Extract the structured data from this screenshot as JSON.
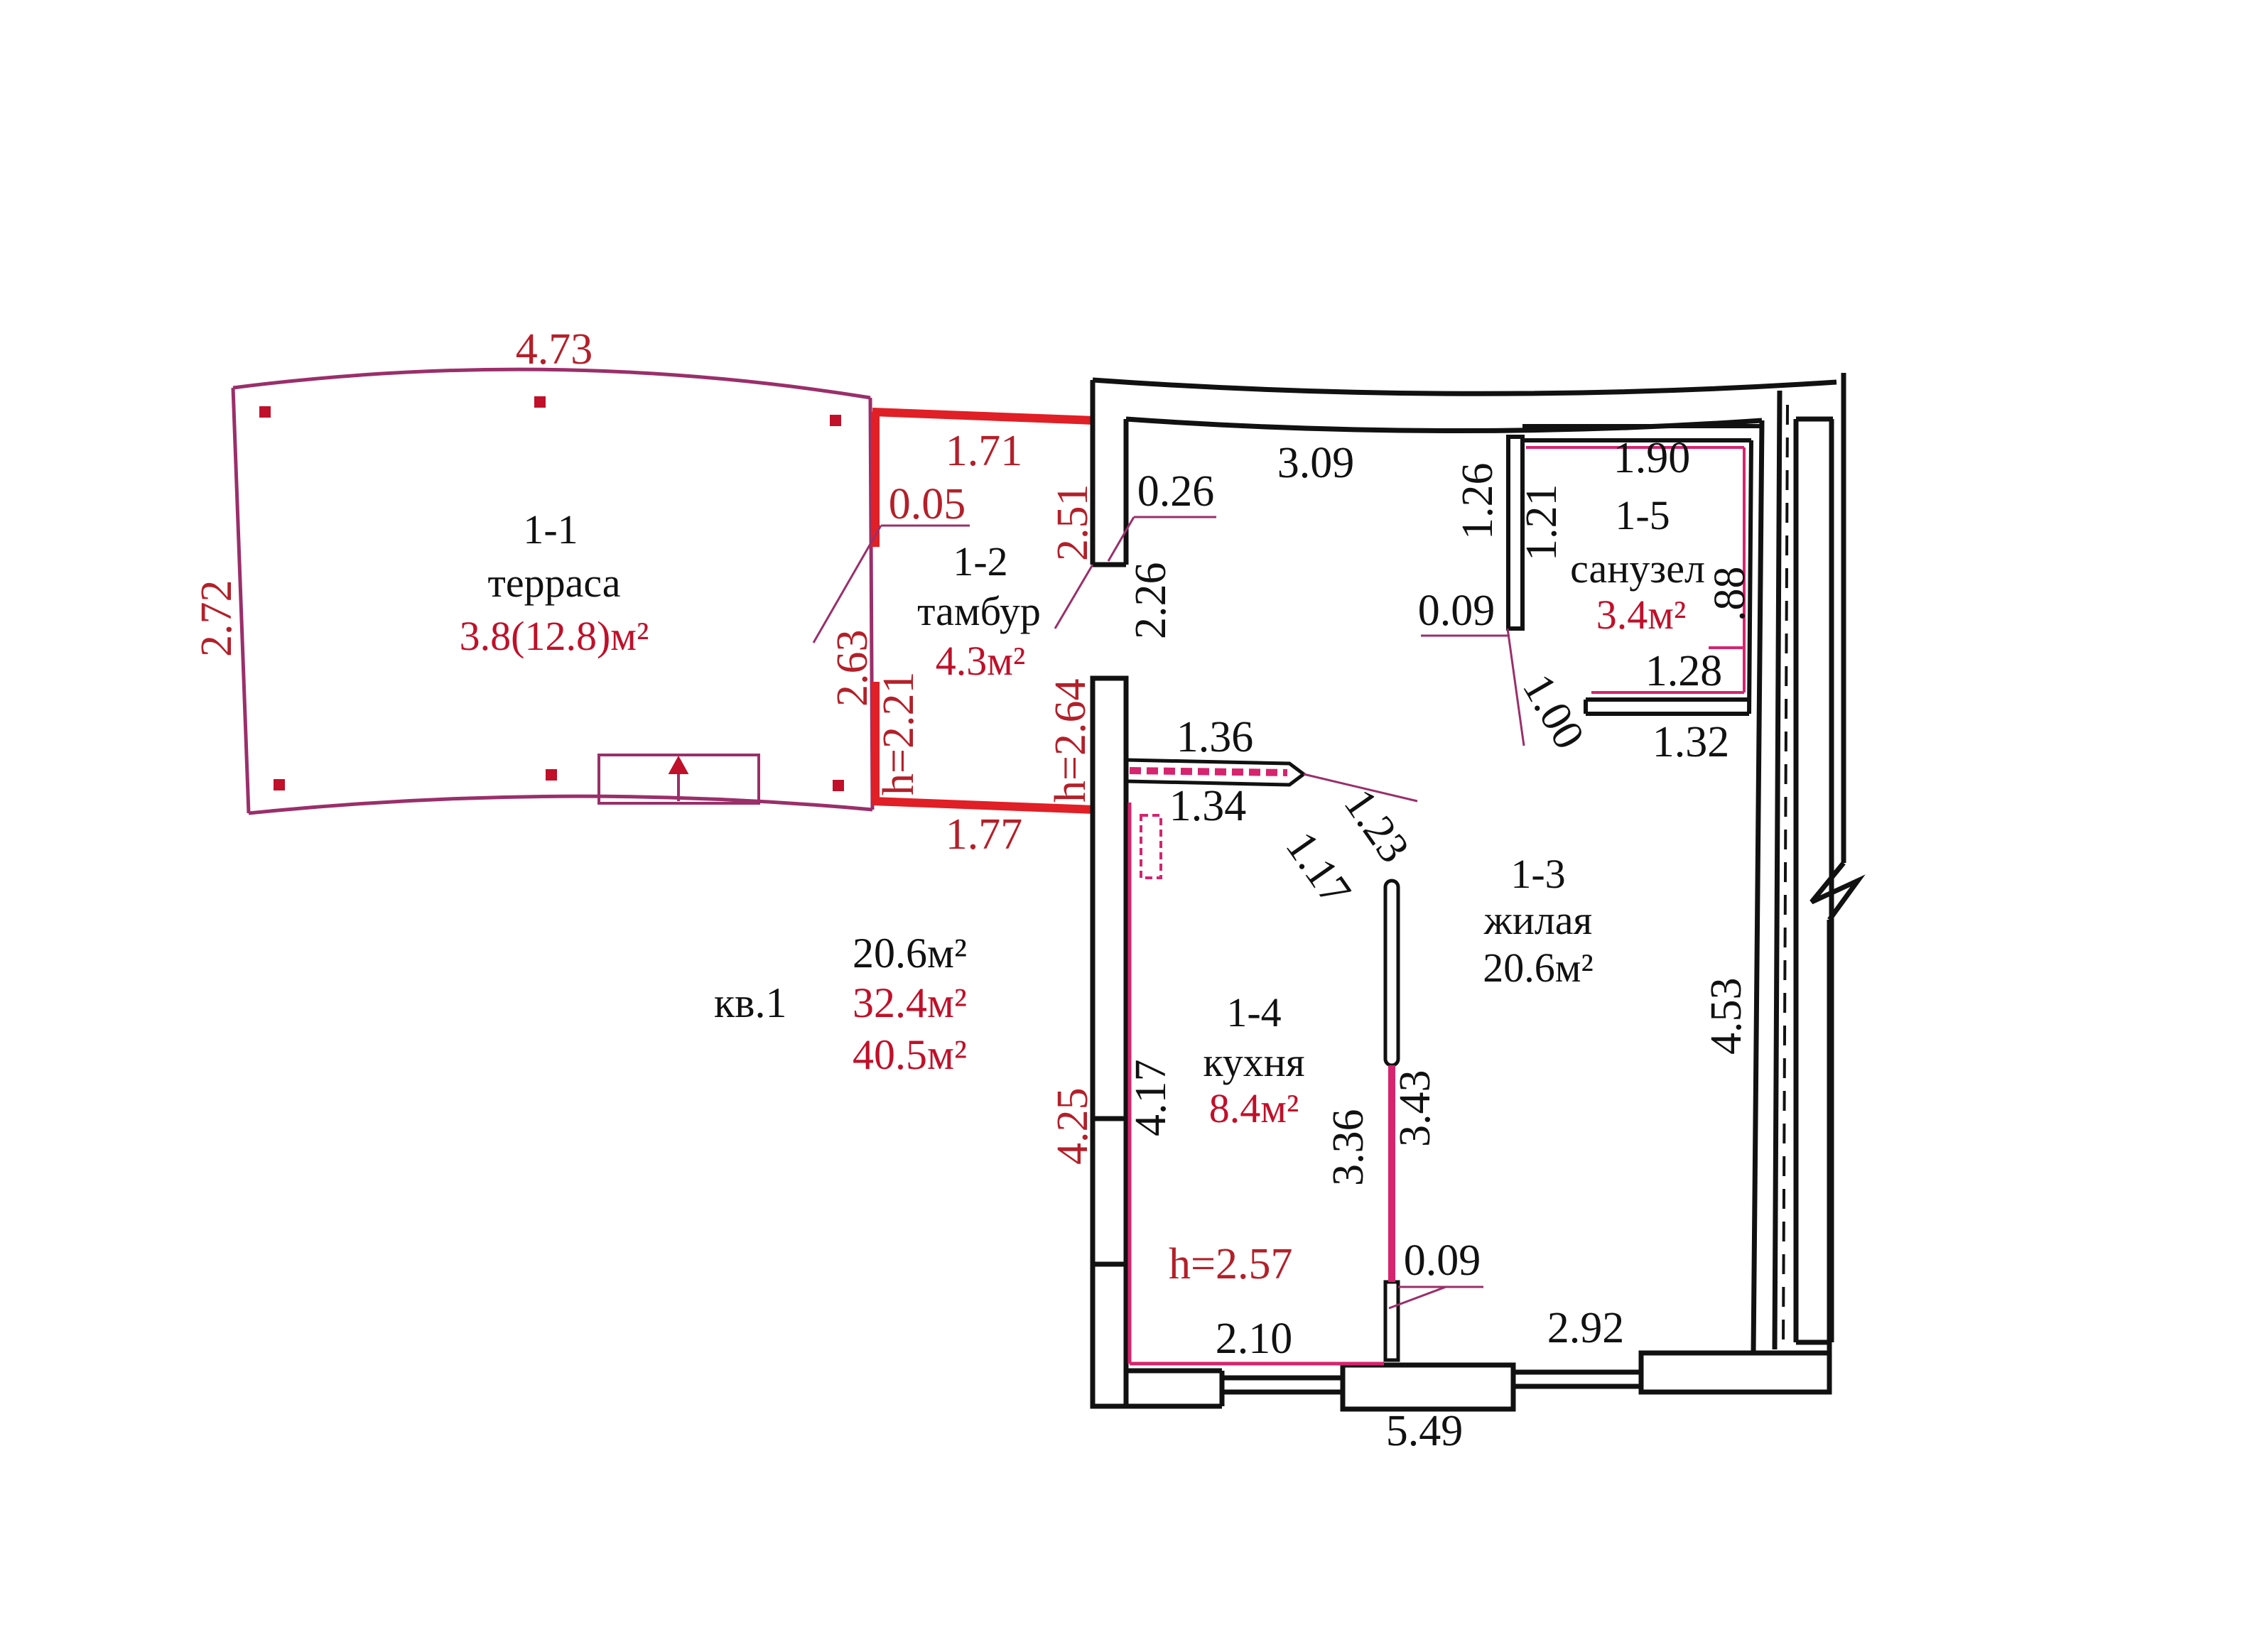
{
  "colors": {
    "wall": "#111111",
    "partition": "#d6246e",
    "terrace": "#9a2f6a",
    "vestibule_wall": "#e01f26",
    "red_text": "#c0102a",
    "ink": "#111111"
  },
  "rooms": [
    {
      "id": "1-1",
      "name": "терраса",
      "area": "3.8(12.8)м²"
    },
    {
      "id": "1-2",
      "name": "тамбур",
      "area": "4.3м²"
    },
    {
      "id": "1-3",
      "name": "жилая",
      "area": "20.6м²"
    },
    {
      "id": "1-4",
      "name": "кухня",
      "area": "8.4м²"
    },
    {
      "id": "1-5",
      "name": "санузел",
      "area": "3.4м²"
    }
  ],
  "heights": [
    "h=2.21",
    "h=2.64",
    "h=2.57"
  ],
  "dimensions": {
    "terrace_top": "4.73",
    "terrace_left": "2.72",
    "vestibule_top": "1.71",
    "vestibule_bottom": "1.77",
    "vestibule_wall_a": "0.05",
    "vestibule_left": "2.63",
    "vestibule_right": "2.51",
    "wall_0_26": "0.26",
    "living_top": "3.09",
    "wall_2_26": "2.26",
    "bath_left_outer": "1.26",
    "bath_left_inner": "1.21",
    "bath_top": "1.90",
    "bath_wall": "0.09",
    "bath_right": ".88",
    "bath_inner_bottom": "1.28",
    "bath_door": "1.00",
    "bath_bottom": "1.32",
    "kitchen_top": "1.36",
    "kitchen_top_inner": "1.34",
    "kitchen_door_a": "1.23",
    "kitchen_door_b": "1.17",
    "living_right": "4.53",
    "kitchen_left_outer": "4.25",
    "kitchen_left_inner": "4.17",
    "kitchen_right": "3.36",
    "living_left_lower": "3.43",
    "kitchen_wall": "0.09",
    "kitchen_bottom": "2.10",
    "living_bottom": "2.92",
    "total_bottom": "5.49"
  },
  "summary": {
    "label": "кв.1",
    "living_area": "20.6м²",
    "total_area": "32.4м²",
    "full_area": "40.5м²"
  }
}
